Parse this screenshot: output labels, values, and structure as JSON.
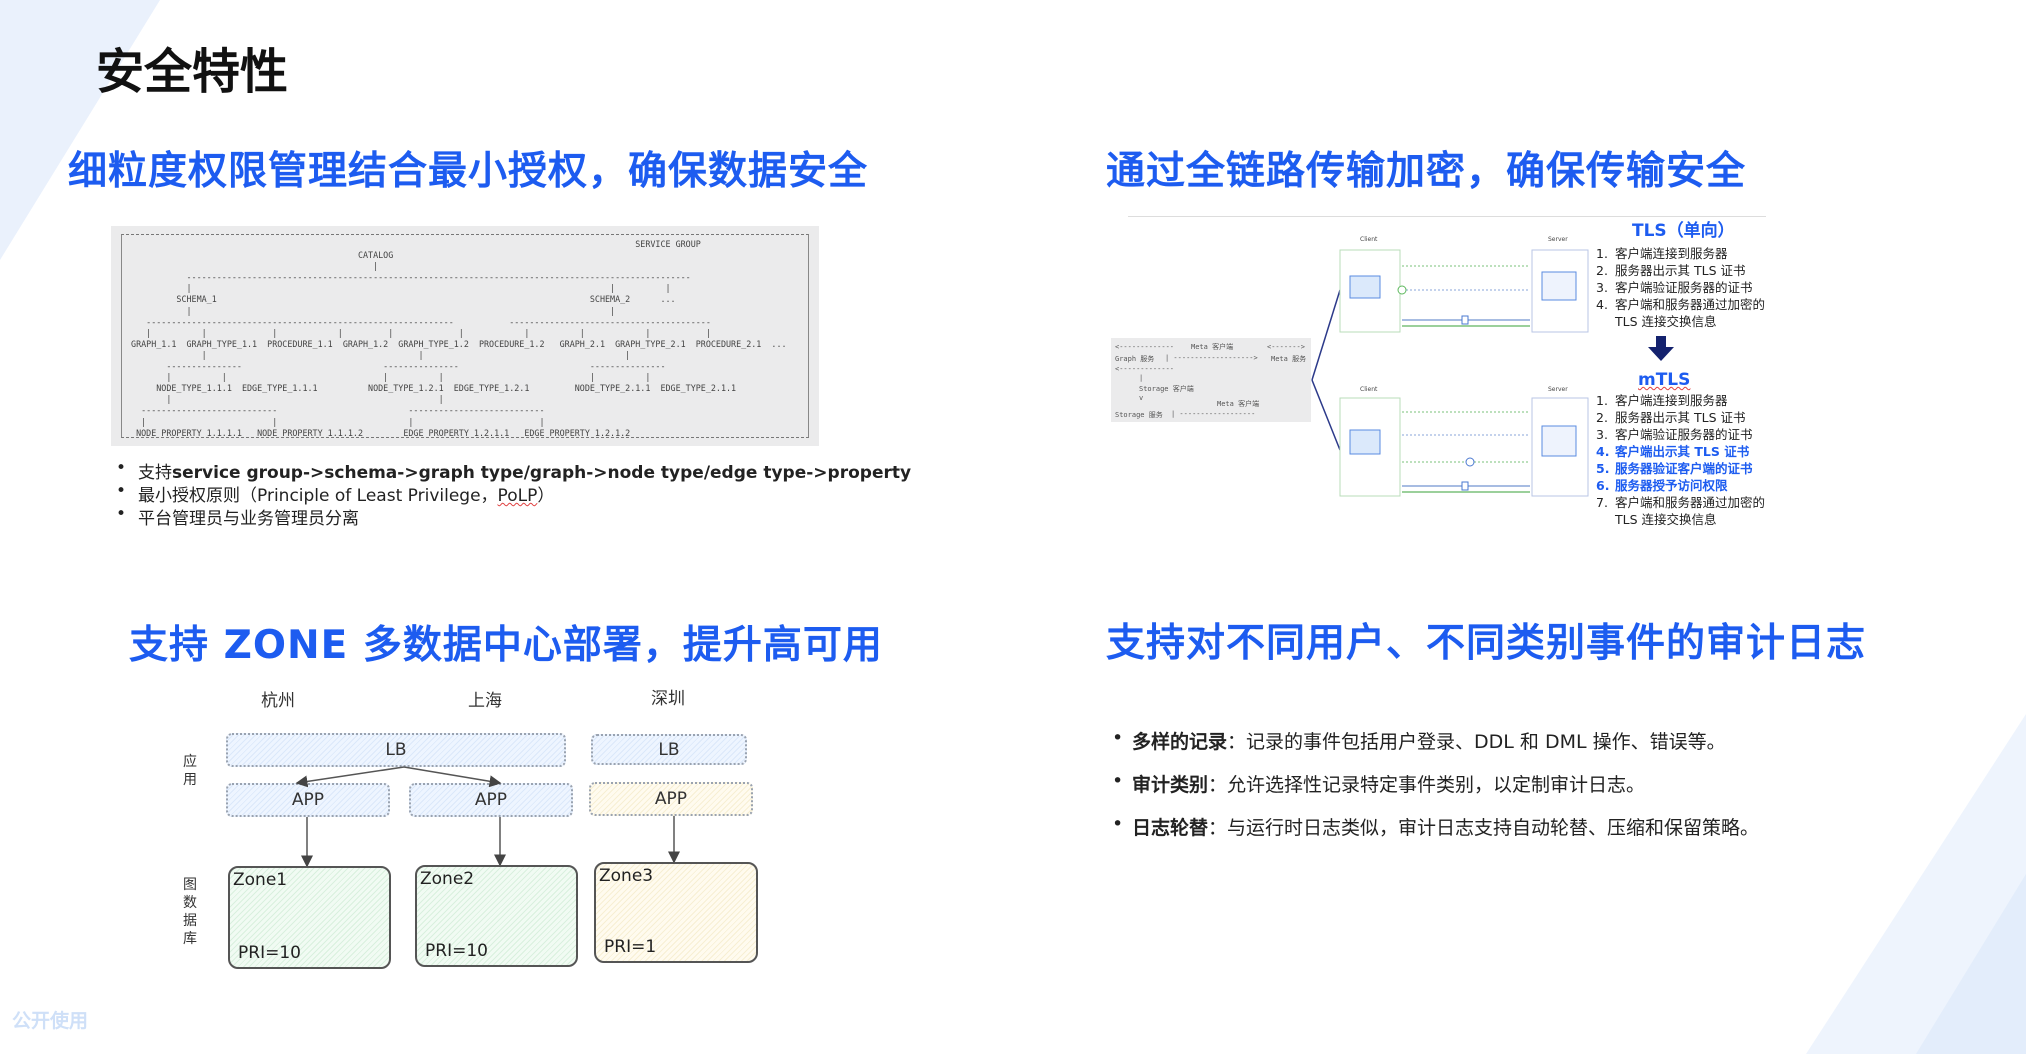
{
  "page_title": "安全特性",
  "sections": {
    "permissions": {
      "heading": "细粒度权限管理结合最小授权，确保数据安全",
      "ascii_diagram": "                                                                                                     SERVICE GROUP\n                                              CATALOG\n                                                 |\n            ----------------------------------------------------------------------------------------------------\n            |                                                                                   |          |\n          SCHEMA_1                                                                          SCHEMA_2      ...\n            |                                                                                   |\n    -------------------------------------------------------------           ----------------------------------------\n    |          |             |            |         |             |            |          |            |           |\n GRAPH_1.1  GRAPH_TYPE_1.1  PROCEDURE_1.1  GRAPH_1.2  GRAPH_TYPE_1.2  PROCEDURE_1.2   GRAPH_2.1  GRAPH_TYPE_2.1  PROCEDURE_2.1  ...\n               |                                          |                                        |\n        ---------------                            ---------------                          ---------------\n        |          |                               |          |                             |          |\n      NODE_TYPE_1.1.1  EDGE_TYPE_1.1.1          NODE_TYPE_1.2.1  EDGE_TYPE_1.2.1         NODE_TYPE_2.1.1  EDGE_TYPE_2.1.1\n        |                                                     |\n   ---------------------------                          ---------------------------\n   |                         |                          |                         |\n  NODE_PROPERTY_1.1.1.1   NODE_PROPERTY_1.1.1.2        EDGE_PROPERTY_1.2.1.1   EDGE_PROPERTY_1.2.1.2",
      "bullets": [
        {
          "prefix": "支持",
          "bold": "service group->schema->graph type/graph->node type/edge type->property"
        },
        {
          "prefix": "最小授权原则（Principle of Least Privilege，",
          "underlined": "PoLP",
          "suffix": "）"
        },
        {
          "prefix": "平台管理员与业务管理员分离"
        }
      ]
    },
    "encryption": {
      "heading": "通过全链路传输加密，确保传输安全",
      "mini_ascii": [
        "Meta 客户端",
        "Graph 服务",
        "Meta 服务",
        "Storage 客户端",
        "Storage 服务",
        "Meta 客户端"
      ],
      "client_label": "Client",
      "server_label": "Server",
      "tls_title": "TLS（单向）",
      "tls_steps": [
        "客户端连接到服务器",
        "服务器出示其 TLS 证书",
        "客户端验证服务器的证书",
        "客户端和服务器通过加密的",
        "TLS 连接交换信息"
      ],
      "mtls_title": "mTLS",
      "mtls_steps": [
        {
          "n": "1.",
          "text": "客户端连接到服务器",
          "highlight": false
        },
        {
          "n": "2.",
          "text": "服务器出示其 TLS 证书",
          "highlight": false
        },
        {
          "n": "3.",
          "text": "客户端验证服务器的证书",
          "highlight": false
        },
        {
          "n": "4.",
          "text": "客户端出示其 TLS 证书",
          "highlight": true
        },
        {
          "n": "5.",
          "text": "服务器验证客户端的证书",
          "highlight": true
        },
        {
          "n": "6.",
          "text": "服务器授予访问权限",
          "highlight": true
        },
        {
          "n": "7.",
          "text": "客户端和服务器通过加密的",
          "highlight": false
        },
        {
          "n": "",
          "text": "TLS 连接交换信息",
          "highlight": false
        }
      ],
      "accent_color": "#1d5cf0"
    },
    "zones": {
      "heading": "支持 ZONE 多数据中心部署，提升高可用",
      "cities": [
        "杭州",
        "上海",
        "深圳"
      ],
      "layer_app": "应用",
      "layer_db": "图数据库",
      "lb_label": "LB",
      "app_label": "APP",
      "zones": [
        {
          "name": "Zone1",
          "pri": "PRI=10"
        },
        {
          "name": "Zone2",
          "pri": "PRI=10"
        },
        {
          "name": "Zone3",
          "pri": "PRI=1"
        }
      ]
    },
    "audit": {
      "heading": "支持对不同用户、不同类别事件的审计日志",
      "bullets": [
        {
          "bold": "多样的记录",
          "text": "：记录的事件包括用户登录、DDL 和 DML 操作、错误等。"
        },
        {
          "bold": "审计类别",
          "text": "：允许选择性记录特定事件类别，以定制审计日志。"
        },
        {
          "bold": "日志轮替",
          "text": "：与运行时日志类似，审计日志支持自动轮替、压缩和保留策略。"
        }
      ]
    }
  },
  "watermark": "公开使用"
}
